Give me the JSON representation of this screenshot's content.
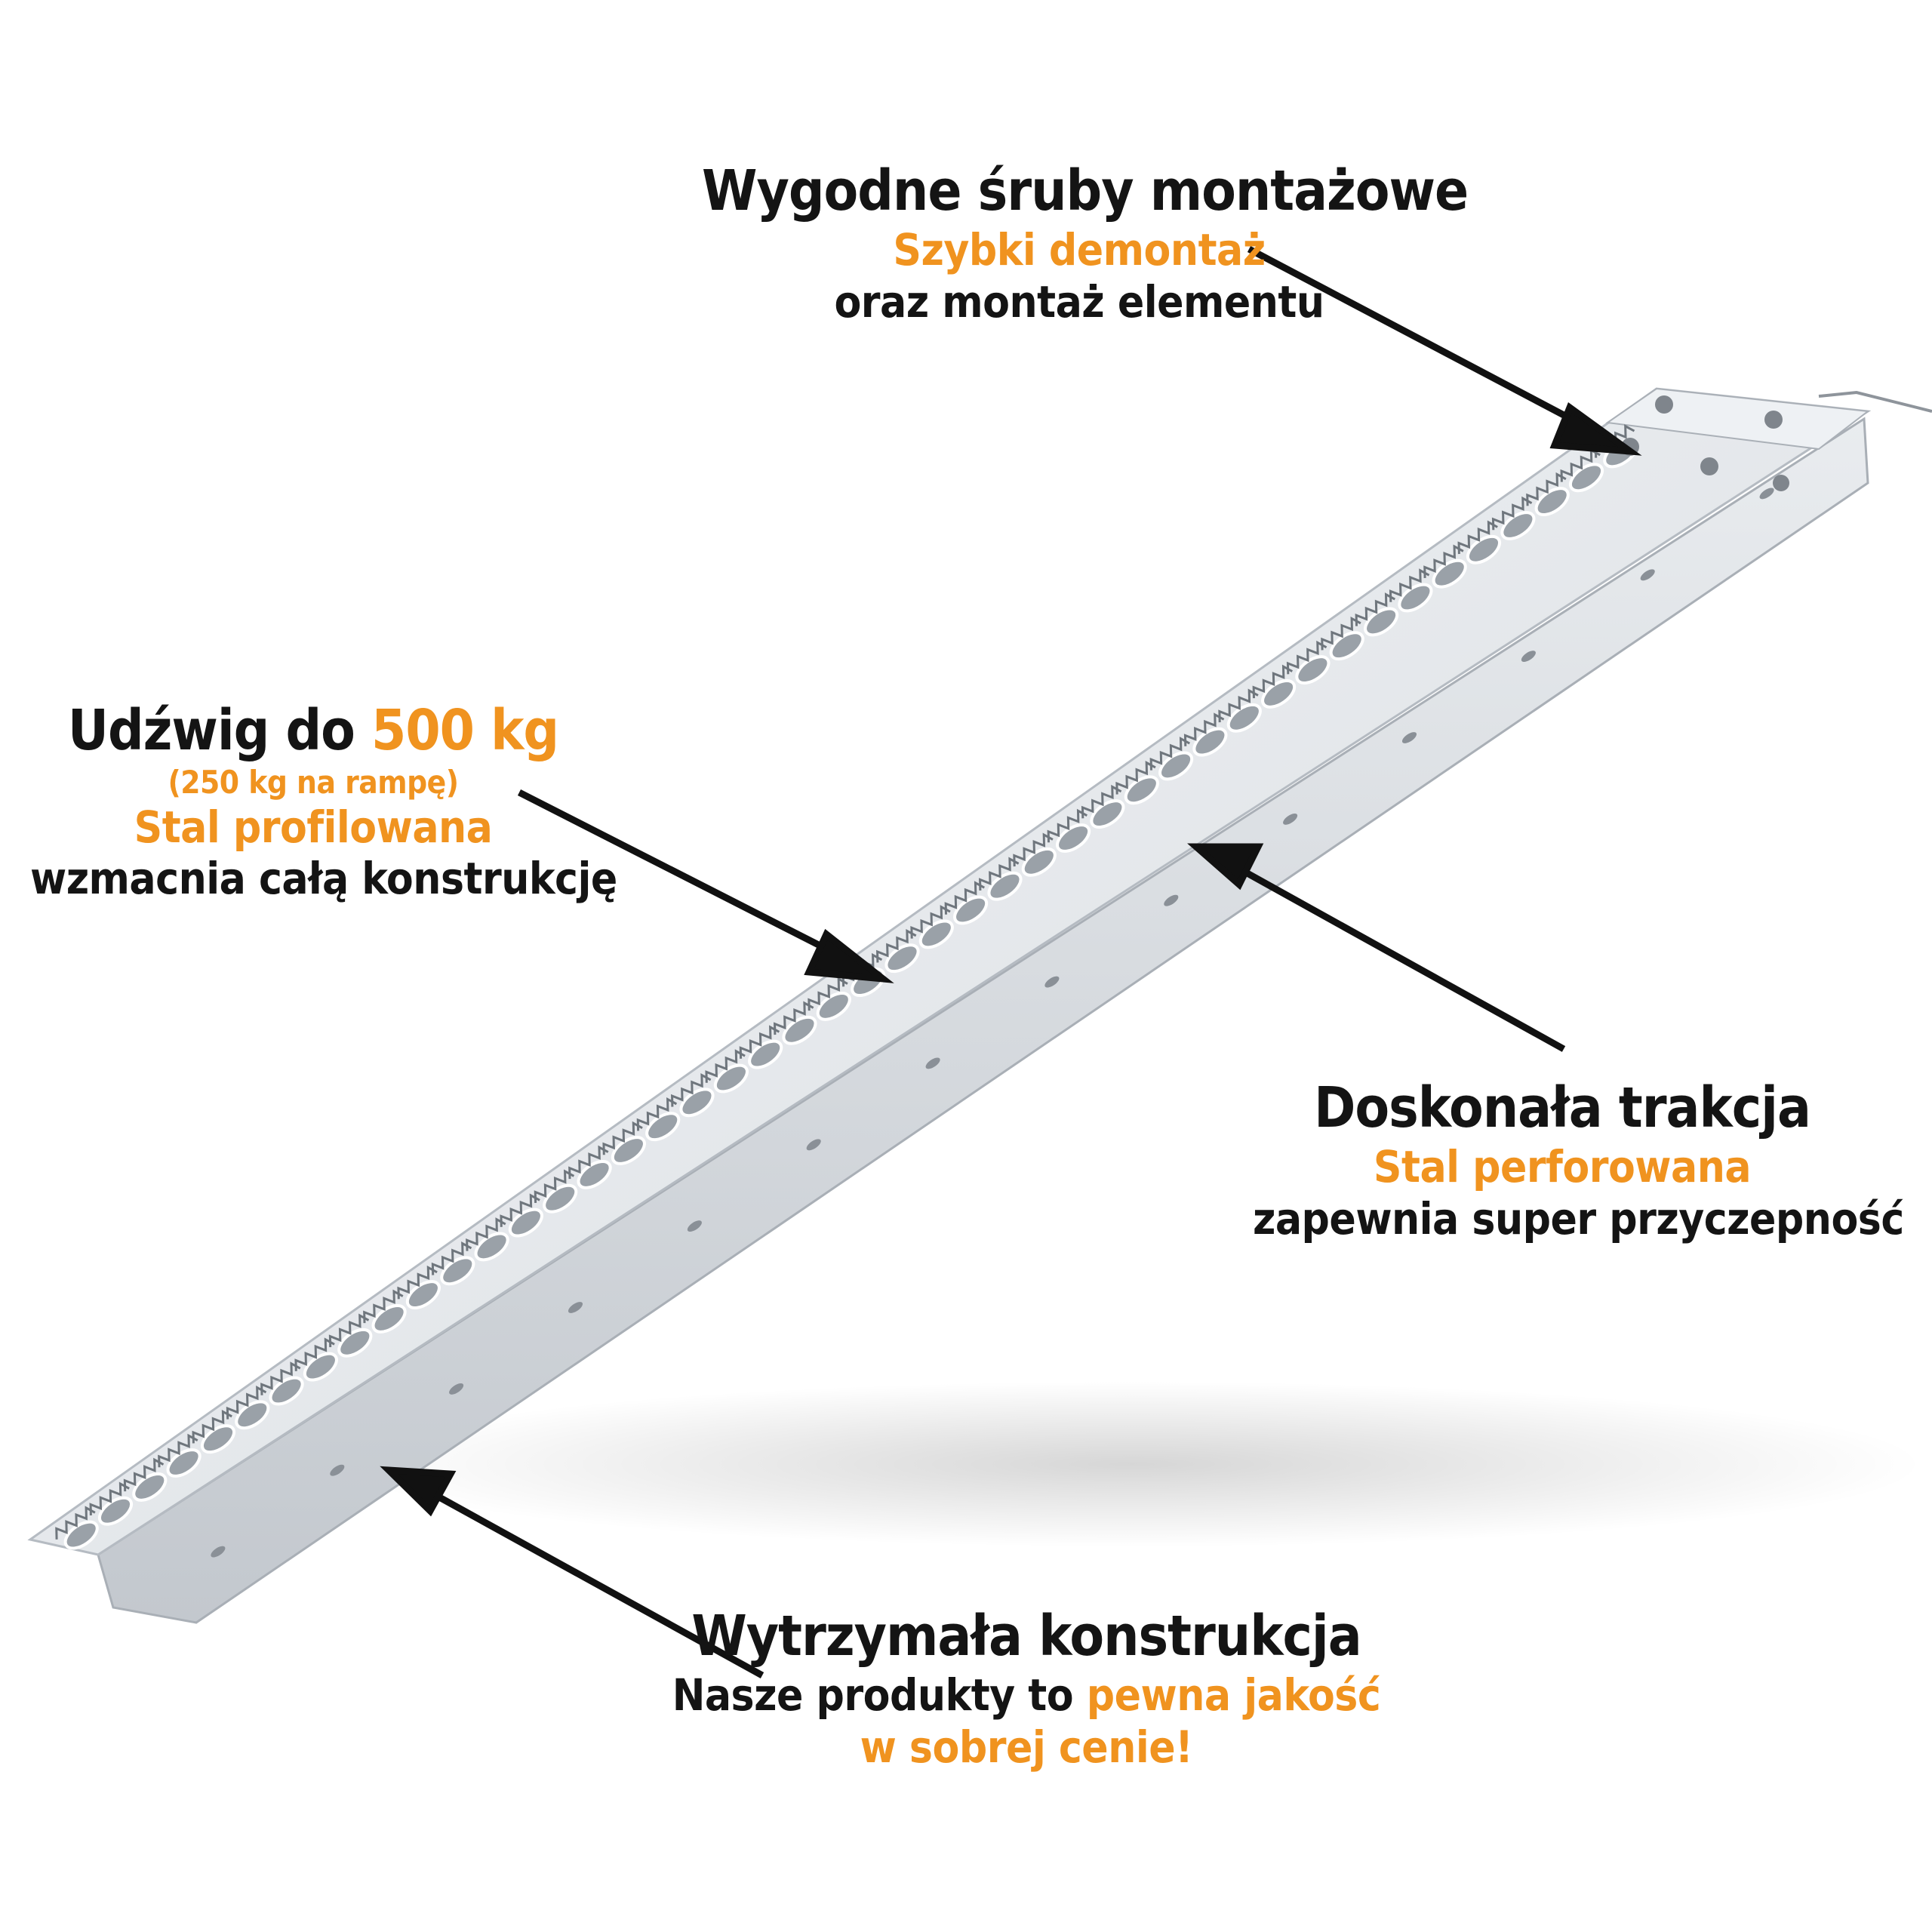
{
  "colors": {
    "accent": "#f0931f",
    "text": "#141414",
    "steel": "#dcdfe3"
  },
  "callout_bolts": {
    "title": "Wygodne śruby montażowe",
    "line1": "Szybki demontaż",
    "line2": "oraz montaż elementu"
  },
  "callout_load": {
    "title_prefix": "Udźwig do ",
    "title_value": "500 kg",
    "note": "(250 kg na rampę)",
    "line1": "Stal profilowana",
    "line2": "wzmacnia całą konstrukcję"
  },
  "callout_traction": {
    "title": "Doskonała trakcja",
    "line1": "Stal perforowana",
    "line2": "zapewnia super przyczepność"
  },
  "callout_durable": {
    "title": "Wytrzymała konstrukcja",
    "line1_prefix": "Nasze produkty to ",
    "line1_accent": "pewna jakość",
    "line2": "w sobrej cenie!"
  }
}
